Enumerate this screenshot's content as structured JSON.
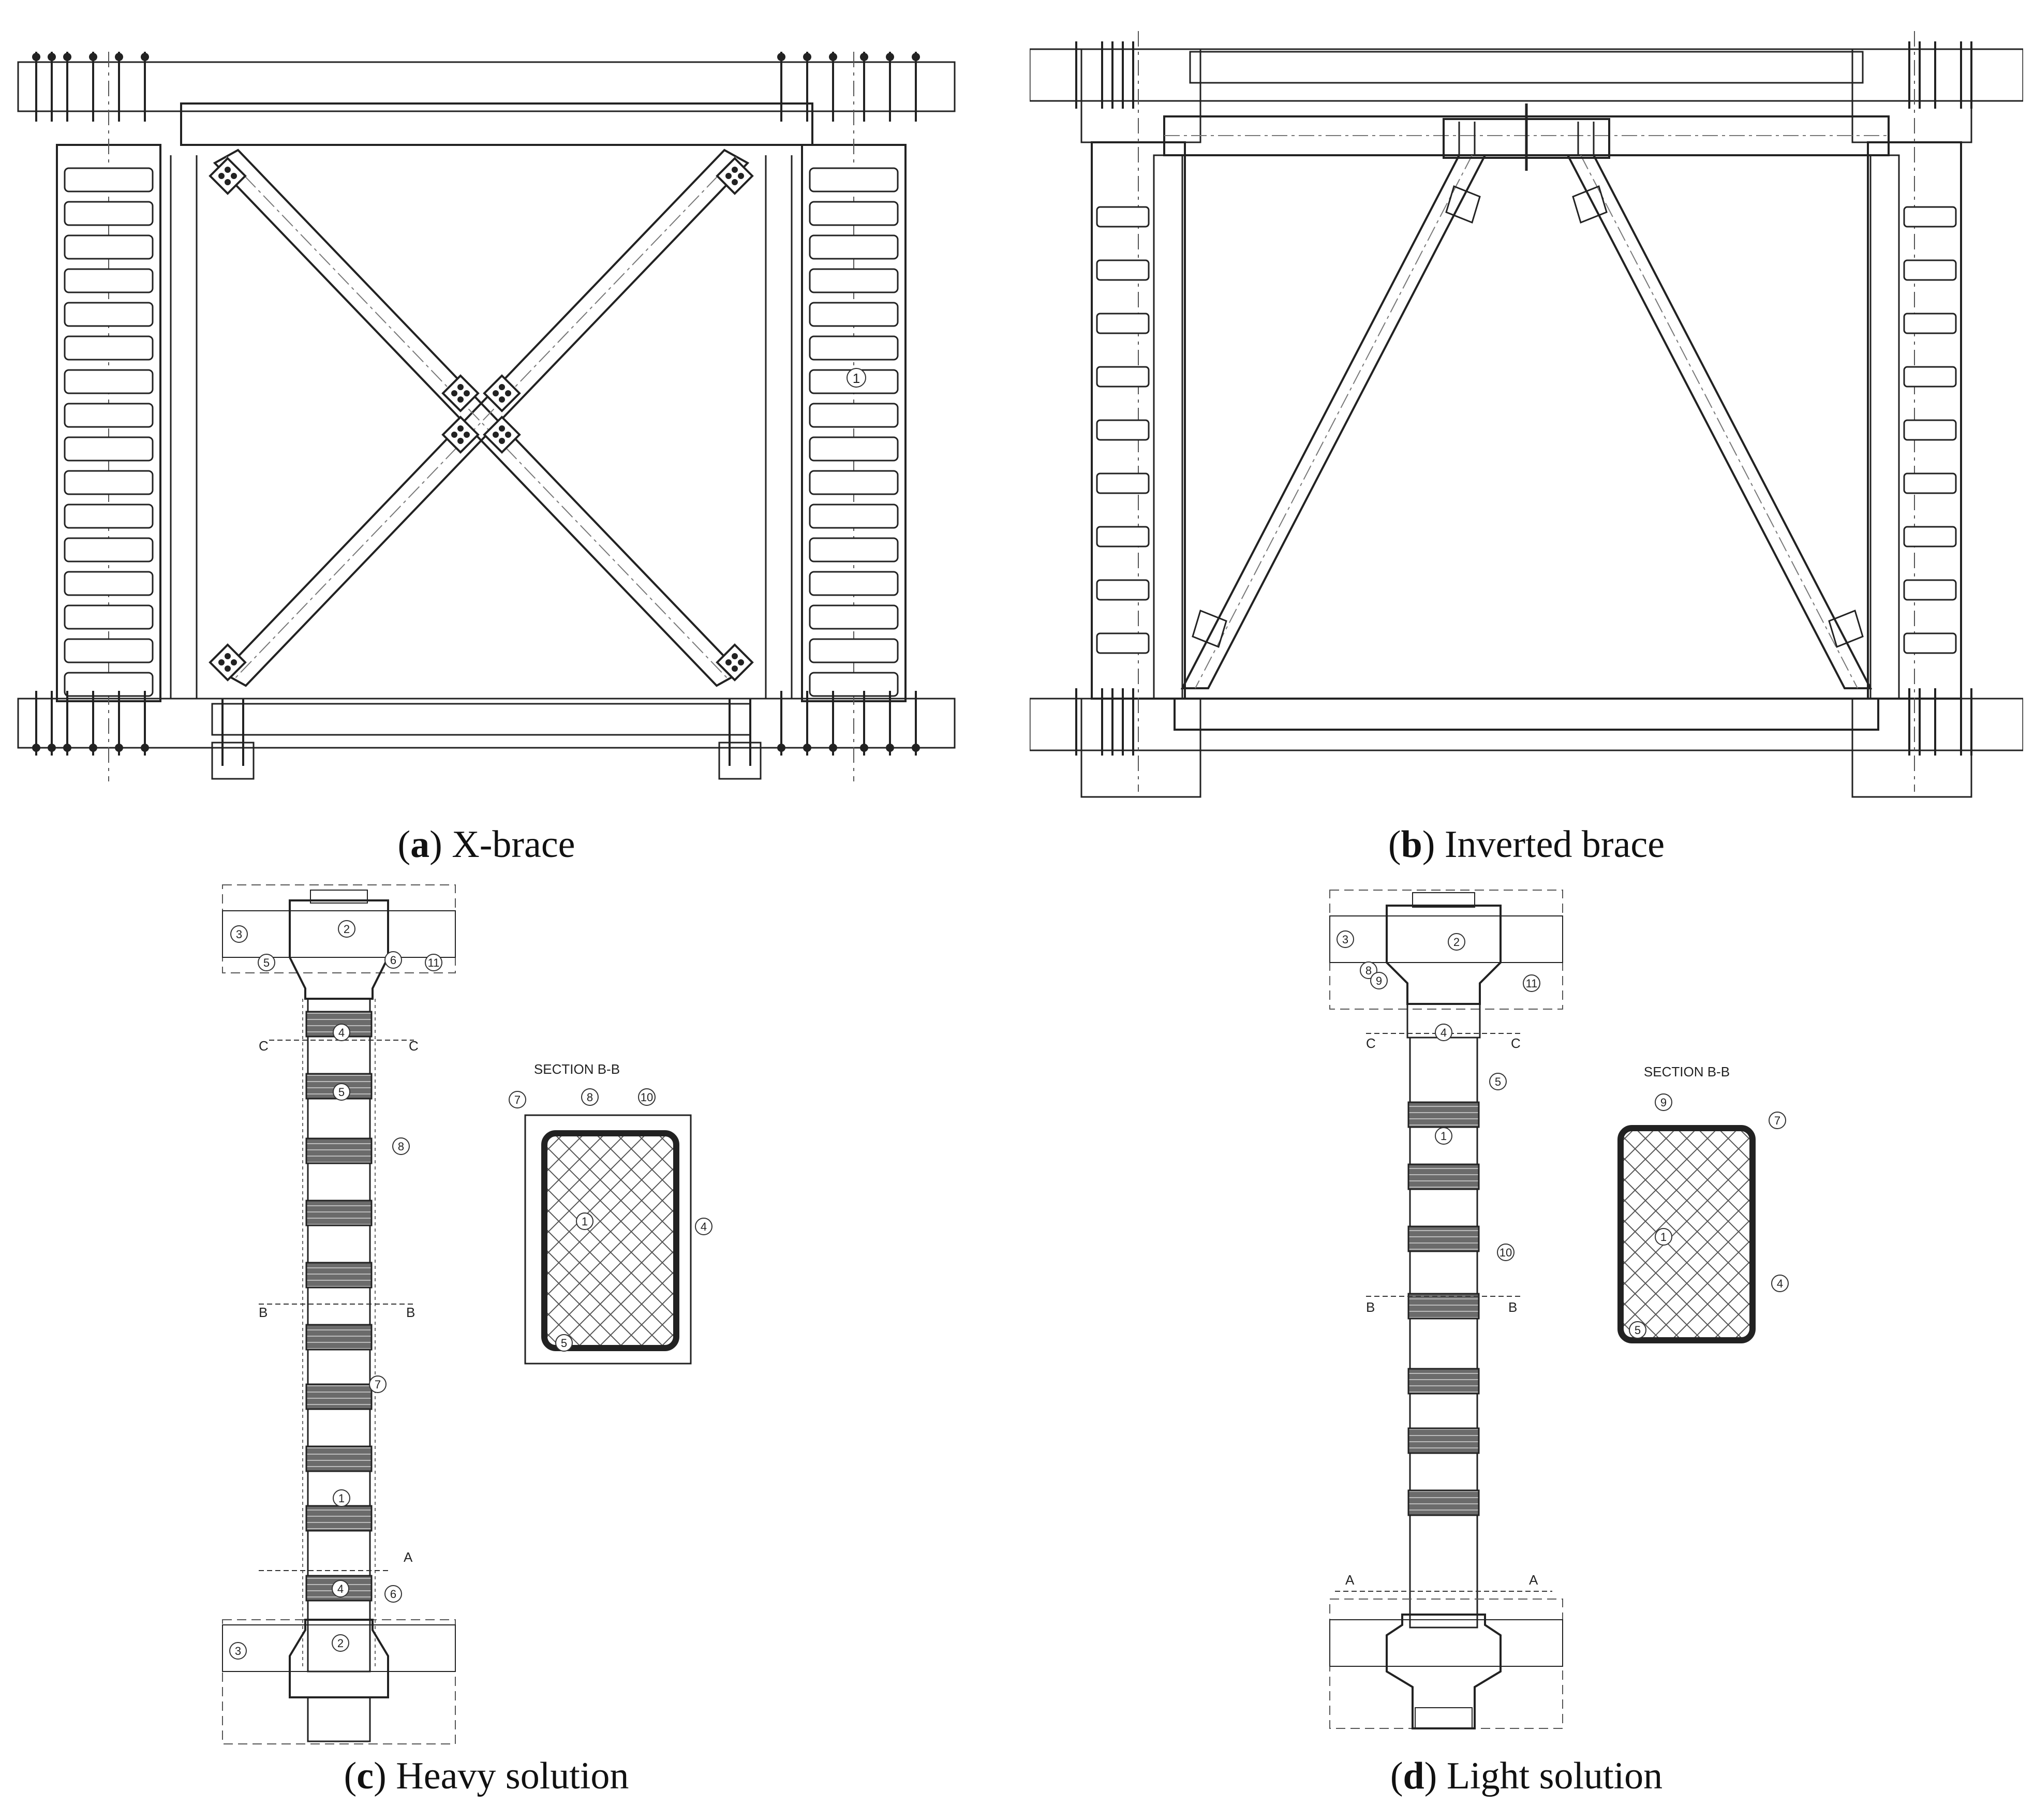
{
  "figure": {
    "panels": [
      {
        "letter": "a",
        "title": "X-brace"
      },
      {
        "letter": "b",
        "title": "Inverted brace"
      },
      {
        "letter": "c",
        "title": "Heavy solution"
      },
      {
        "letter": "d",
        "title": "Light solution"
      }
    ]
  },
  "panel_a": {
    "callouts": [
      "1"
    ]
  },
  "panel_c": {
    "section_title": "SECTION B-B",
    "section_marks": [
      "C",
      "C",
      "B",
      "B",
      "A"
    ],
    "callouts": [
      "3",
      "2",
      "5",
      "6",
      "11",
      "4",
      "5",
      "8",
      "7",
      "1",
      "4",
      "6",
      "3",
      "2"
    ],
    "section_callouts": [
      "7",
      "8",
      "10",
      "1",
      "4",
      "5"
    ]
  },
  "panel_d": {
    "section_title": "SECTION B-B",
    "section_marks": [
      "C",
      "C",
      "B",
      "B",
      "A",
      "A"
    ],
    "callouts": [
      "3",
      "2",
      "8",
      "9",
      "11",
      "4",
      "5",
      "1",
      "10"
    ],
    "section_callouts": [
      "9",
      "7",
      "1",
      "4",
      "5"
    ]
  },
  "colors": {
    "line": "#222222",
    "hatch": "#9a9a9a",
    "block": "#555555",
    "concrete": "#d8d8d8"
  }
}
